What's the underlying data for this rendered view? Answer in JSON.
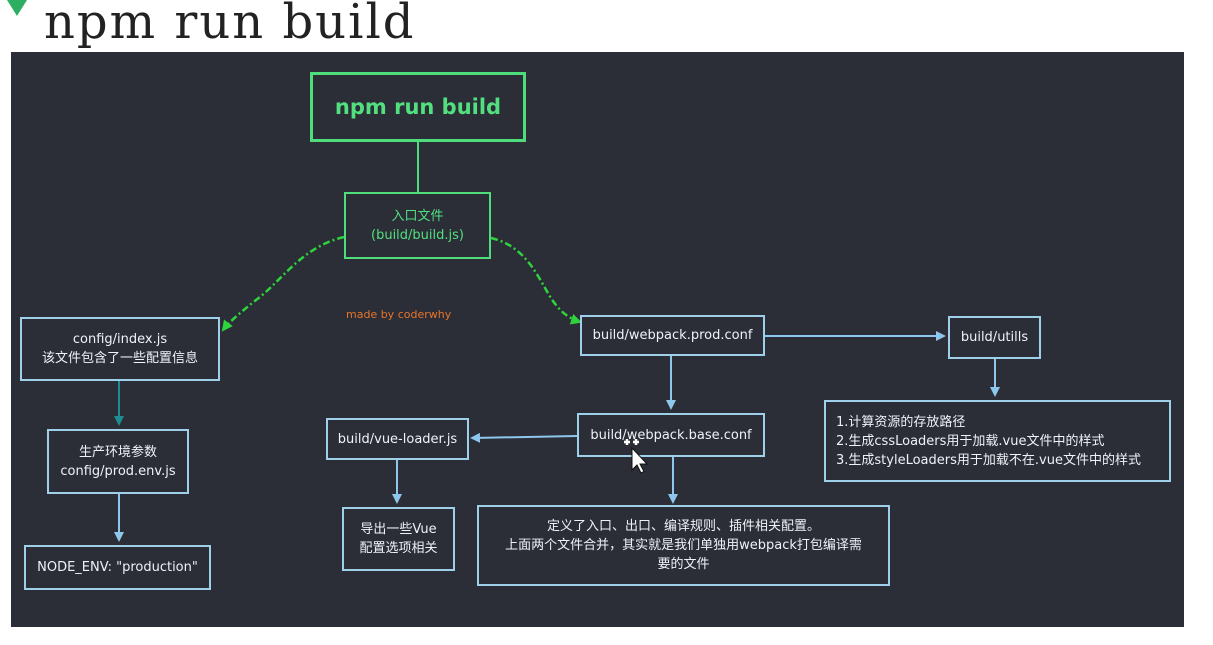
{
  "title": "npm run build",
  "colors": {
    "canvas": "#2b2d37",
    "green": "#52e07f",
    "box_border": "#9fd0ea",
    "arrow": "#8ec7ec",
    "dashed_arrow": "#2fd33d",
    "watermark": "#e8752a"
  },
  "watermark": "made by coderwhy",
  "nodes": {
    "npm_run_build": {
      "lines": [
        "npm run build"
      ]
    },
    "entry": {
      "lines": [
        "入口文件",
        "(build/build.js)"
      ]
    },
    "config_index": {
      "lines": [
        "config/index.js",
        "该文件包含了一些配置信息"
      ]
    },
    "prod_env": {
      "lines": [
        "生产环境参数",
        "config/prod.env.js"
      ]
    },
    "node_env": {
      "lines": [
        "NODE_ENV: \"production\""
      ]
    },
    "webpack_prod": {
      "lines": [
        "build/webpack.prod.conf"
      ]
    },
    "utils": {
      "lines": [
        "build/utills"
      ]
    },
    "utils_desc": {
      "lines": [
        "1.计算资源的存放路径",
        "2.生成cssLoaders用于加载.vue文件中的样式",
        "3.生成styleLoaders用于加载不在.vue文件中的样式"
      ]
    },
    "webpack_base": {
      "lines": [
        "build/webpack.base.conf"
      ]
    },
    "vue_loader": {
      "lines": [
        "build/vue-loader.js"
      ]
    },
    "vue_loader_desc": {
      "lines": [
        "导出一些Vue",
        "配置选项相关"
      ]
    },
    "base_desc": {
      "lines": [
        "定义了入口、出口、编译规则、插件相关配置。",
        "上面两个文件合并，其实就是我们单独用webpack打包编译需",
        "要的文件"
      ]
    }
  }
}
